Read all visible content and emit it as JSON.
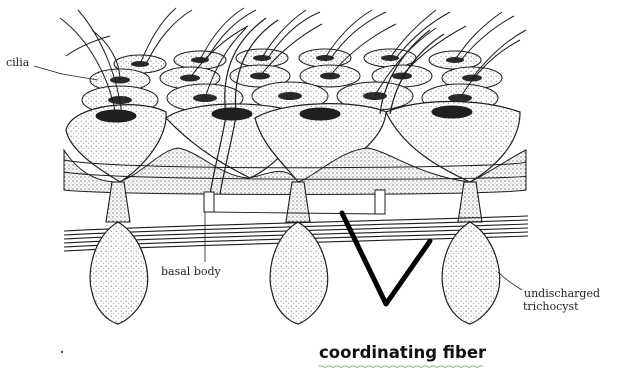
{
  "labels": {
    "cilia": "cilia",
    "basal_body": "basal body",
    "trichocyst_line1": "undischarged",
    "trichocyst_line2": "trichocyst",
    "coordinating_fiber": "coordinating fiber"
  },
  "colors": {
    "ink": "#1e1e1e",
    "stipple": "#9a9a9a",
    "highlight": "#000000",
    "underline": "#7fb77f"
  }
}
